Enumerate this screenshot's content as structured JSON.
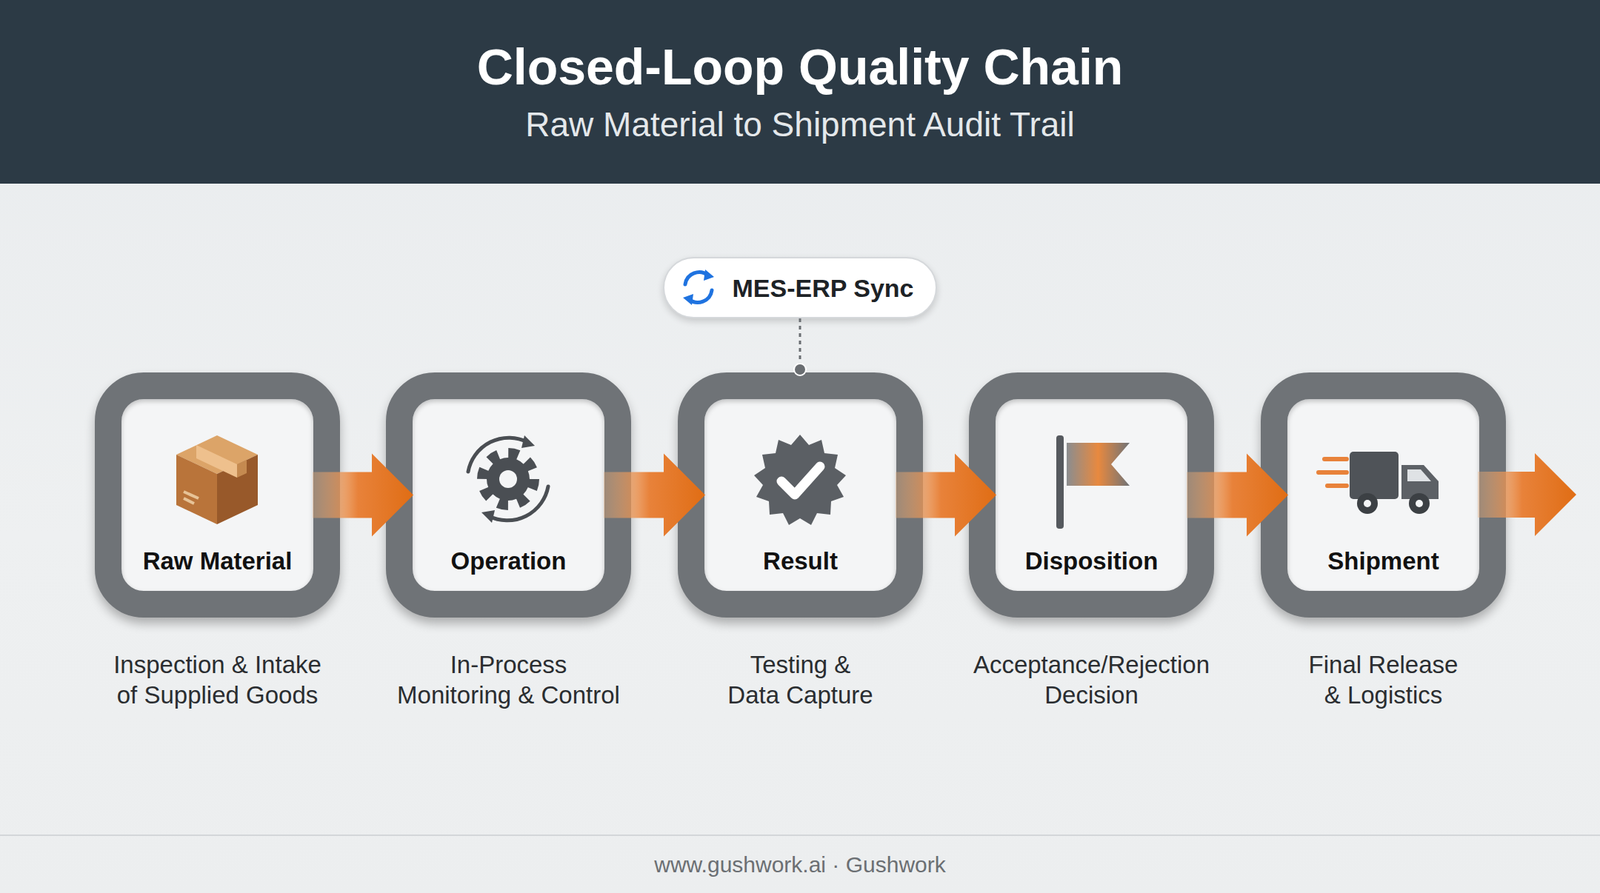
{
  "diagram": {
    "title": "Closed-Loop Quality Chain",
    "caption": "Raw Material to Shipment Audit Trail",
    "nodes": [
      {
        "text": [
          "MES-ERP Sync"
        ]
      },
      {
        "text": [
          "Raw Material",
          "Inspection & Intake of Supplied Goods"
        ]
      },
      {
        "text": [
          "Operation",
          "In-Process Monitoring & Control"
        ]
      },
      {
        "text": [
          "Result",
          "Testing & Data Capture"
        ]
      },
      {
        "text": [
          "Disposition",
          "Acceptance/Rejection Decision"
        ]
      },
      {
        "text": [
          "Shipment",
          "Final Release & Logistics"
        ]
      }
    ],
    "edges": [
      {
        "from": 1,
        "to": 2,
        "arrow": "to"
      },
      {
        "from": 2,
        "to": 3,
        "arrow": "to"
      },
      {
        "from": 3,
        "to": 4,
        "arrow": "to"
      },
      {
        "from": 4,
        "to": 5,
        "arrow": "to"
      },
      {
        "from": 0,
        "to": 3,
        "arrow": "none"
      }
    ],
    "labels": [
      "www.gushwork.ai · Gushwork"
    ]
  }
}
